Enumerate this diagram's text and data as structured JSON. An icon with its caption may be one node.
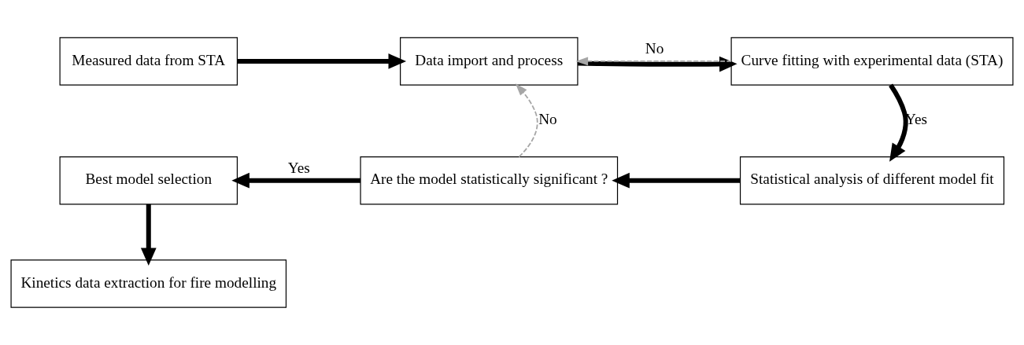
{
  "diagram": {
    "nodes": [
      {
        "text": [
          "Measured data from STA"
        ]
      },
      {
        "text": [
          "Data import and process"
        ]
      },
      {
        "text": [
          "Curve fitting with experimental data (STA)"
        ]
      },
      {
        "text": [
          "Statistical analysis of different model fit"
        ]
      },
      {
        "text": [
          "Are the model statistically significant ?"
        ]
      },
      {
        "text": [
          "Best model selection"
        ]
      },
      {
        "text": [
          "Kinetics data extraction for fire modelling"
        ]
      }
    ],
    "edges": [
      {
        "from": 0,
        "to": 1,
        "arrow": "to"
      },
      {
        "from": 1,
        "to": 2,
        "arrow": "to"
      },
      {
        "from": 2,
        "to": 1,
        "arrow": "to",
        "label": "No",
        "style": "dashed",
        "color": "#a6a6a6"
      },
      {
        "from": 2,
        "to": 3,
        "arrow": "to",
        "label": "Yes"
      },
      {
        "from": 3,
        "to": 4,
        "arrow": "to"
      },
      {
        "from": 4,
        "to": 5,
        "arrow": "to",
        "label": "Yes"
      },
      {
        "from": 4,
        "to": 1,
        "arrow": "to",
        "label": "No",
        "style": "dashed",
        "color": "#a6a6a6"
      },
      {
        "from": 5,
        "to": 6,
        "arrow": "to"
      }
    ]
  }
}
